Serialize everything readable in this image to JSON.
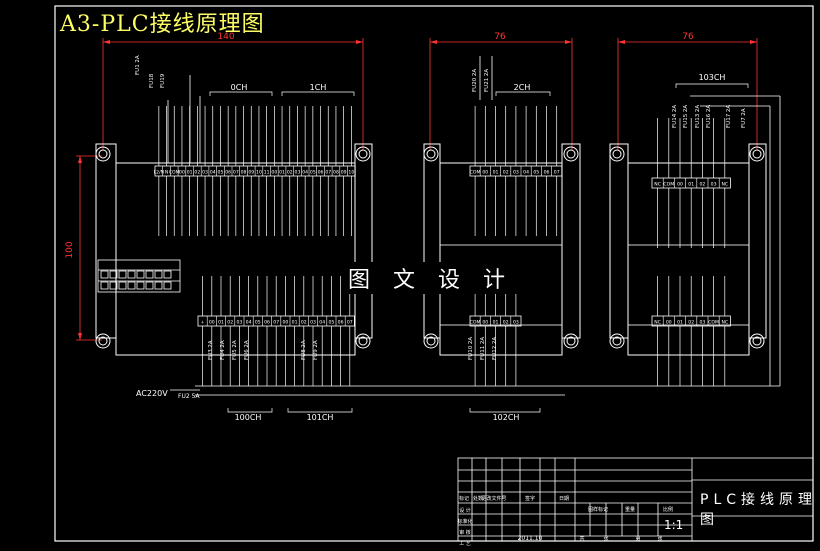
{
  "colors": {
    "background": "#000000",
    "title": "#ffff66",
    "dimension": "#ff3333",
    "frame": "#ffffff",
    "wire": "#ffffff",
    "label": "#ffffff"
  },
  "title": "A3-PLC接线原理图",
  "watermark": "图 文 设 计",
  "dimensions": {
    "left_width": "140",
    "mid_width": "76",
    "right_width": "76",
    "left_height": "100"
  },
  "channels": {
    "ch0": "0CH",
    "ch1": "1CH",
    "ch2": "2CH",
    "ch103": "103CH",
    "ch100": "100CH",
    "ch101": "101CH",
    "ch102": "102CH"
  },
  "power_label": "AC220V",
  "fuse_labels": {
    "fu1": "FU1 2A",
    "fu2": "FU2 5A",
    "fu3": "FU3 2A",
    "fu4": "FU4 2A",
    "fu5": "FU5 2A",
    "fu6": "FU6 2A",
    "fu7": "FU7 2A",
    "fu8": "FU8 2A",
    "fu9": "FU9 2A",
    "fu10": "FU10 2A",
    "fu11": "FU11 2A",
    "fu12": "FU12 2A",
    "fu13": "FU13 2A",
    "fu14": "FU14 2A",
    "fu15": "FU15 2A",
    "fu16": "FU16 2A",
    "fu17": "FU17 2A",
    "fu18": "FU18",
    "fu19": "FU19",
    "fu20": "FU20 2A",
    "fu21": "FU21 2A"
  },
  "terminal_rows": {
    "left_top": [
      "L2/N",
      "N",
      "COM",
      "00",
      "01",
      "02",
      "03",
      "04",
      "05",
      "06",
      "07",
      "08",
      "09",
      "10",
      "11",
      "00",
      "01",
      "02",
      "03",
      "04",
      "05",
      "06",
      "07",
      "08",
      "09",
      "10"
    ],
    "left_bottom": [
      "+",
      "00",
      "01",
      "02",
      "03",
      "04",
      "05",
      "06",
      "07",
      "00",
      "01",
      "02",
      "03",
      "04",
      "05",
      "06",
      "07"
    ],
    "mid_top": [
      "COM",
      "00",
      "01",
      "02",
      "03",
      "04",
      "05",
      "06",
      "07"
    ],
    "mid_bottom": [
      "COM",
      "00",
      "01",
      "02",
      "03"
    ],
    "right_top": [
      "NC",
      "COM",
      "00",
      "01",
      "02",
      "03",
      "NC"
    ],
    "right_bottom": [
      "NC",
      "00",
      "01",
      "02",
      "03",
      "COM",
      "NC"
    ]
  },
  "title_block": {
    "sheet_title": "PLC接线原理图",
    "scale": "1:1",
    "date": "2011.10",
    "headers": [
      "标记",
      "处数",
      "更改文件号",
      "签字",
      "日期"
    ],
    "rows": [
      "设 计",
      "标准化",
      "审 核",
      "工 艺"
    ],
    "right_headers": [
      "图样标记",
      "重量",
      "比例"
    ],
    "sheets": [
      "共",
      "张",
      "第",
      "张"
    ]
  }
}
